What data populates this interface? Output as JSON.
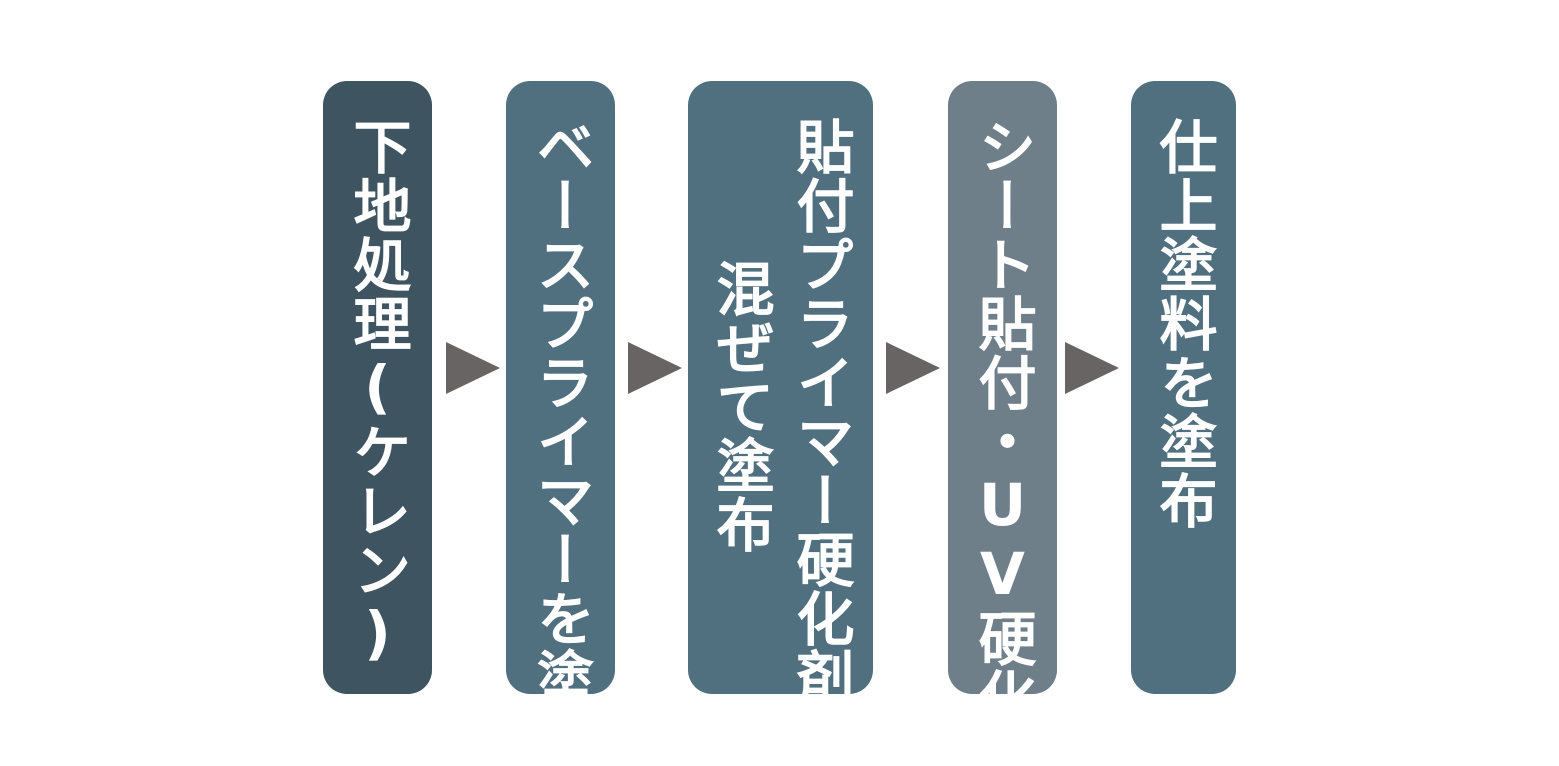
{
  "steps": [
    {
      "lines": [
        "下地処理(ケレン)"
      ],
      "color": "#3e5461"
    },
    {
      "lines": [
        "ベースプライマーを塗布"
      ],
      "color": "#507080"
    },
    {
      "lines": [
        "貼付プライマー硬化剤を",
        "混ぜて塗布"
      ],
      "color": "#507080"
    },
    {
      "lines": [
        "シート貼付・UV硬化"
      ],
      "color": "#6f7f8a"
    },
    {
      "lines": [
        "仕上塗料を塗布"
      ],
      "color": "#507080"
    }
  ],
  "arrow_color": "#686464",
  "arrow_icon": "triangle-right-icon"
}
